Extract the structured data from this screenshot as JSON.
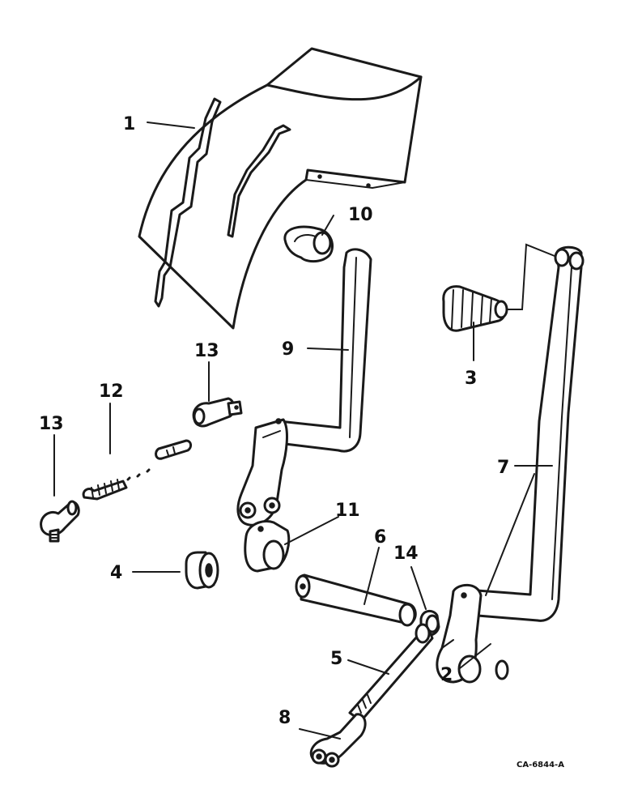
{
  "callouts": {
    "c1": "1",
    "c2": "2",
    "c3": "3",
    "c4": "4",
    "c5": "5",
    "c6": "6",
    "c7": "7",
    "c8": "8",
    "c9": "9",
    "c10": "10",
    "c11": "11",
    "c12": "12",
    "c13a": "13",
    "c13b": "13",
    "c14": "14"
  },
  "drawing_code": "CA-6844-A"
}
